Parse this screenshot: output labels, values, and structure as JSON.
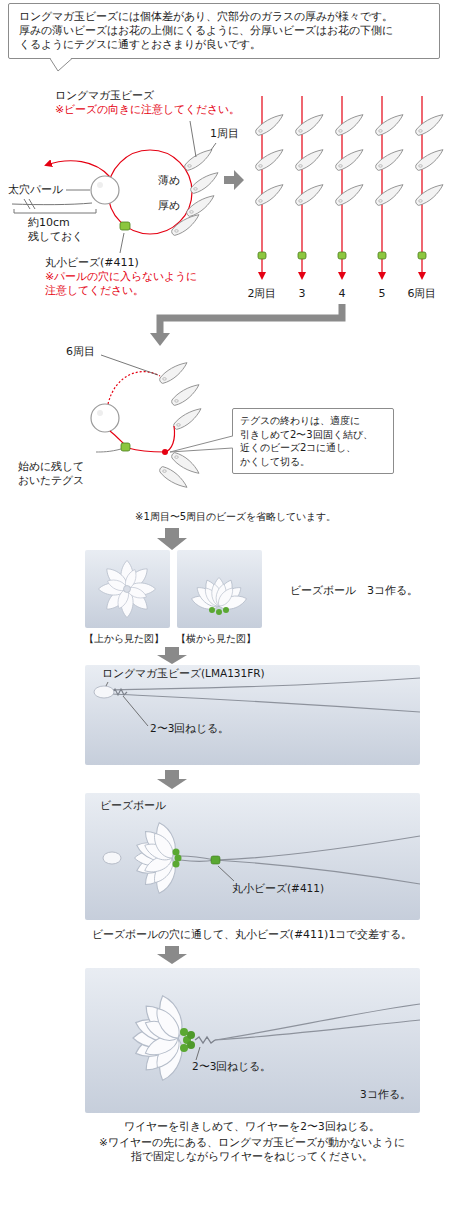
{
  "diagram": {
    "nodes": [
      {
        "text": [
          "ロングマガ玉ビーズには個体差があり、穴部分のガラスの厚みが様々です。 厚みの薄いビーズはお花の上側にくるように、分厚いビーズはお花の下側に くるようにテグスに通すとおさまりが良いです。"
        ]
      },
      {
        "text": [
          "テグスの終わりは、適度に 引きしめて2〜3回固く結び、 近くのビーズ2コに通し、 かくして切る。"
        ]
      }
    ],
    "labels": [
      "ロングマガ玉ビーズ",
      "※ビーズの向きに注意してください。",
      "1周目",
      "太穴パール",
      "薄め",
      "厚め",
      "約10cm 残しておく",
      "丸小ビーズ(#411)",
      "※パールの穴に入らないように 注意してください。",
      "2周目",
      "3",
      "4",
      "5",
      "6周目",
      "6周目",
      "始めに残して おいたテグス",
      "※1周目〜5周目のビーズを省略しています。",
      "【上から見た図】",
      "【横から見た図】",
      "ビーズボール　3コ作る。",
      "ロングマガ玉ビーズ(LMA131FR)",
      "2〜3回ねじる。",
      "ビーズボール",
      "丸小ビーズ(#411)",
      "ビーズボールの穴に通して、丸小ビーズ(#411)1コで交差する。",
      "2〜3回ねじる。",
      "3コ作る。",
      "ワイヤーを引きしめて、ワイヤーを2〜3回ねじる。",
      "※ワイヤーの先にある、ロングマガ玉ビーズが動かないように 指で固定しながらワイヤーをねじってください。"
    ]
  }
}
